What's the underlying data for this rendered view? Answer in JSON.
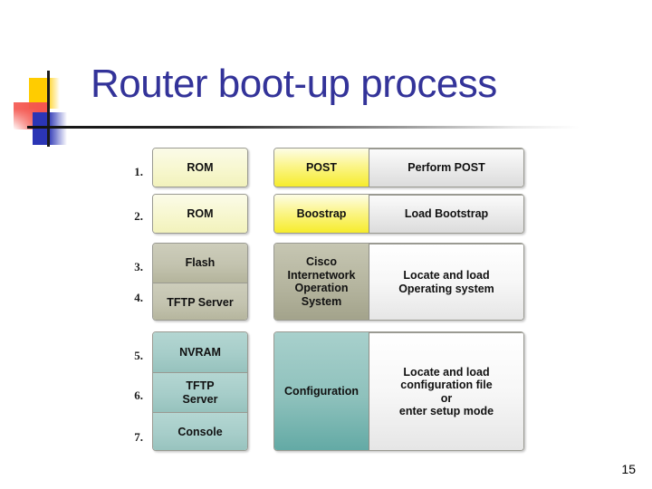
{
  "slide": {
    "title": "Router boot-up process",
    "page_number": "15",
    "title_color": "#333399",
    "decoration": {
      "yellow": "#ffcc00",
      "red": "#f4564f",
      "blue": "#2b35b5",
      "rule": "#111111"
    }
  },
  "diagram": {
    "steps": [
      "1.",
      "2.",
      "3.",
      "4.",
      "5.",
      "6.",
      "7."
    ],
    "source_groups": [
      {
        "name": "rom-post",
        "accent": "#f2f2bc",
        "cells": [
          {
            "label": "ROM"
          }
        ]
      },
      {
        "name": "rom-bootstrap",
        "accent": "#f2f2bc",
        "cells": [
          {
            "label": "ROM"
          }
        ]
      },
      {
        "name": "ios-sources",
        "accent": "#b4b49c",
        "cells": [
          {
            "label": "Flash"
          },
          {
            "label": "TFTP Server"
          }
        ]
      },
      {
        "name": "config-sources",
        "accent": "#96c2bd",
        "cells": [
          {
            "label": "NVRAM"
          },
          {
            "label": "TFTP\nServer"
          },
          {
            "label": "Console"
          }
        ]
      }
    ],
    "task_groups": [
      {
        "name": "post",
        "stage": "POST",
        "action": "Perform POST",
        "accent": "#f6ec2c"
      },
      {
        "name": "bootstrap",
        "stage": "Boostrap",
        "action": "Load Bootstrap",
        "accent": "#f6ec2c"
      },
      {
        "name": "ios",
        "stage": "Cisco\nInternetwork\nOperation\nSystem",
        "action": "Locate and load\nOperating system",
        "accent": "#a3a38b"
      },
      {
        "name": "configuration",
        "stage": "Configuration",
        "action": "Locate and load\nconfiguration file\nor\nenter setup mode",
        "accent": "#63aaa5"
      }
    ]
  }
}
